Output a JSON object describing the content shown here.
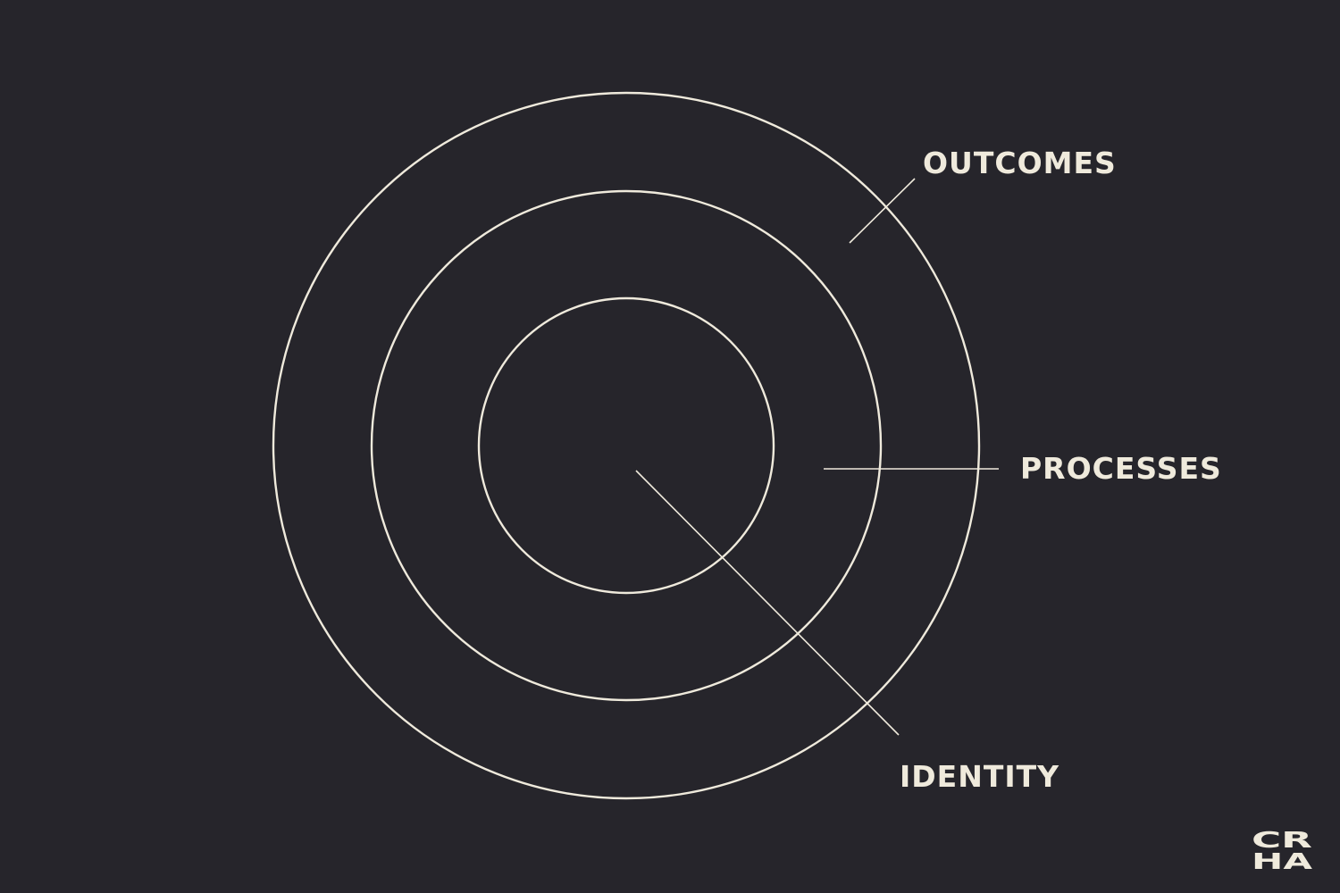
{
  "diagram": {
    "type": "concentric-circles",
    "colors": {
      "background": "#26252b",
      "foreground": "#efeadc"
    },
    "rings": [
      {
        "id": "outer",
        "label": "OUTCOMES"
      },
      {
        "id": "middle",
        "label": "PROCESSES"
      },
      {
        "id": "inner",
        "label": "IDENTITY"
      }
    ]
  },
  "logo": {
    "text_line1": "CR",
    "text_line2": "HA"
  }
}
